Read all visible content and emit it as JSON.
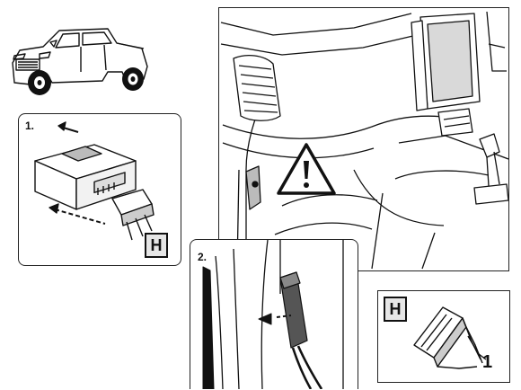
{
  "steps": {
    "step1_label": "1.",
    "step2_label": "2."
  },
  "callouts": {
    "connector_letter_a": "H",
    "connector_letter_b": "H",
    "connector_index": "1"
  },
  "icons": {
    "vehicle": "pickup-truck-icon",
    "warning": "warning-triangle-icon",
    "module": "control-module-icon",
    "connector": "wiring-connector-icon"
  },
  "colors": {
    "line": "#111111",
    "shade": "#555555",
    "callout_fill": "#e6e6e6"
  }
}
